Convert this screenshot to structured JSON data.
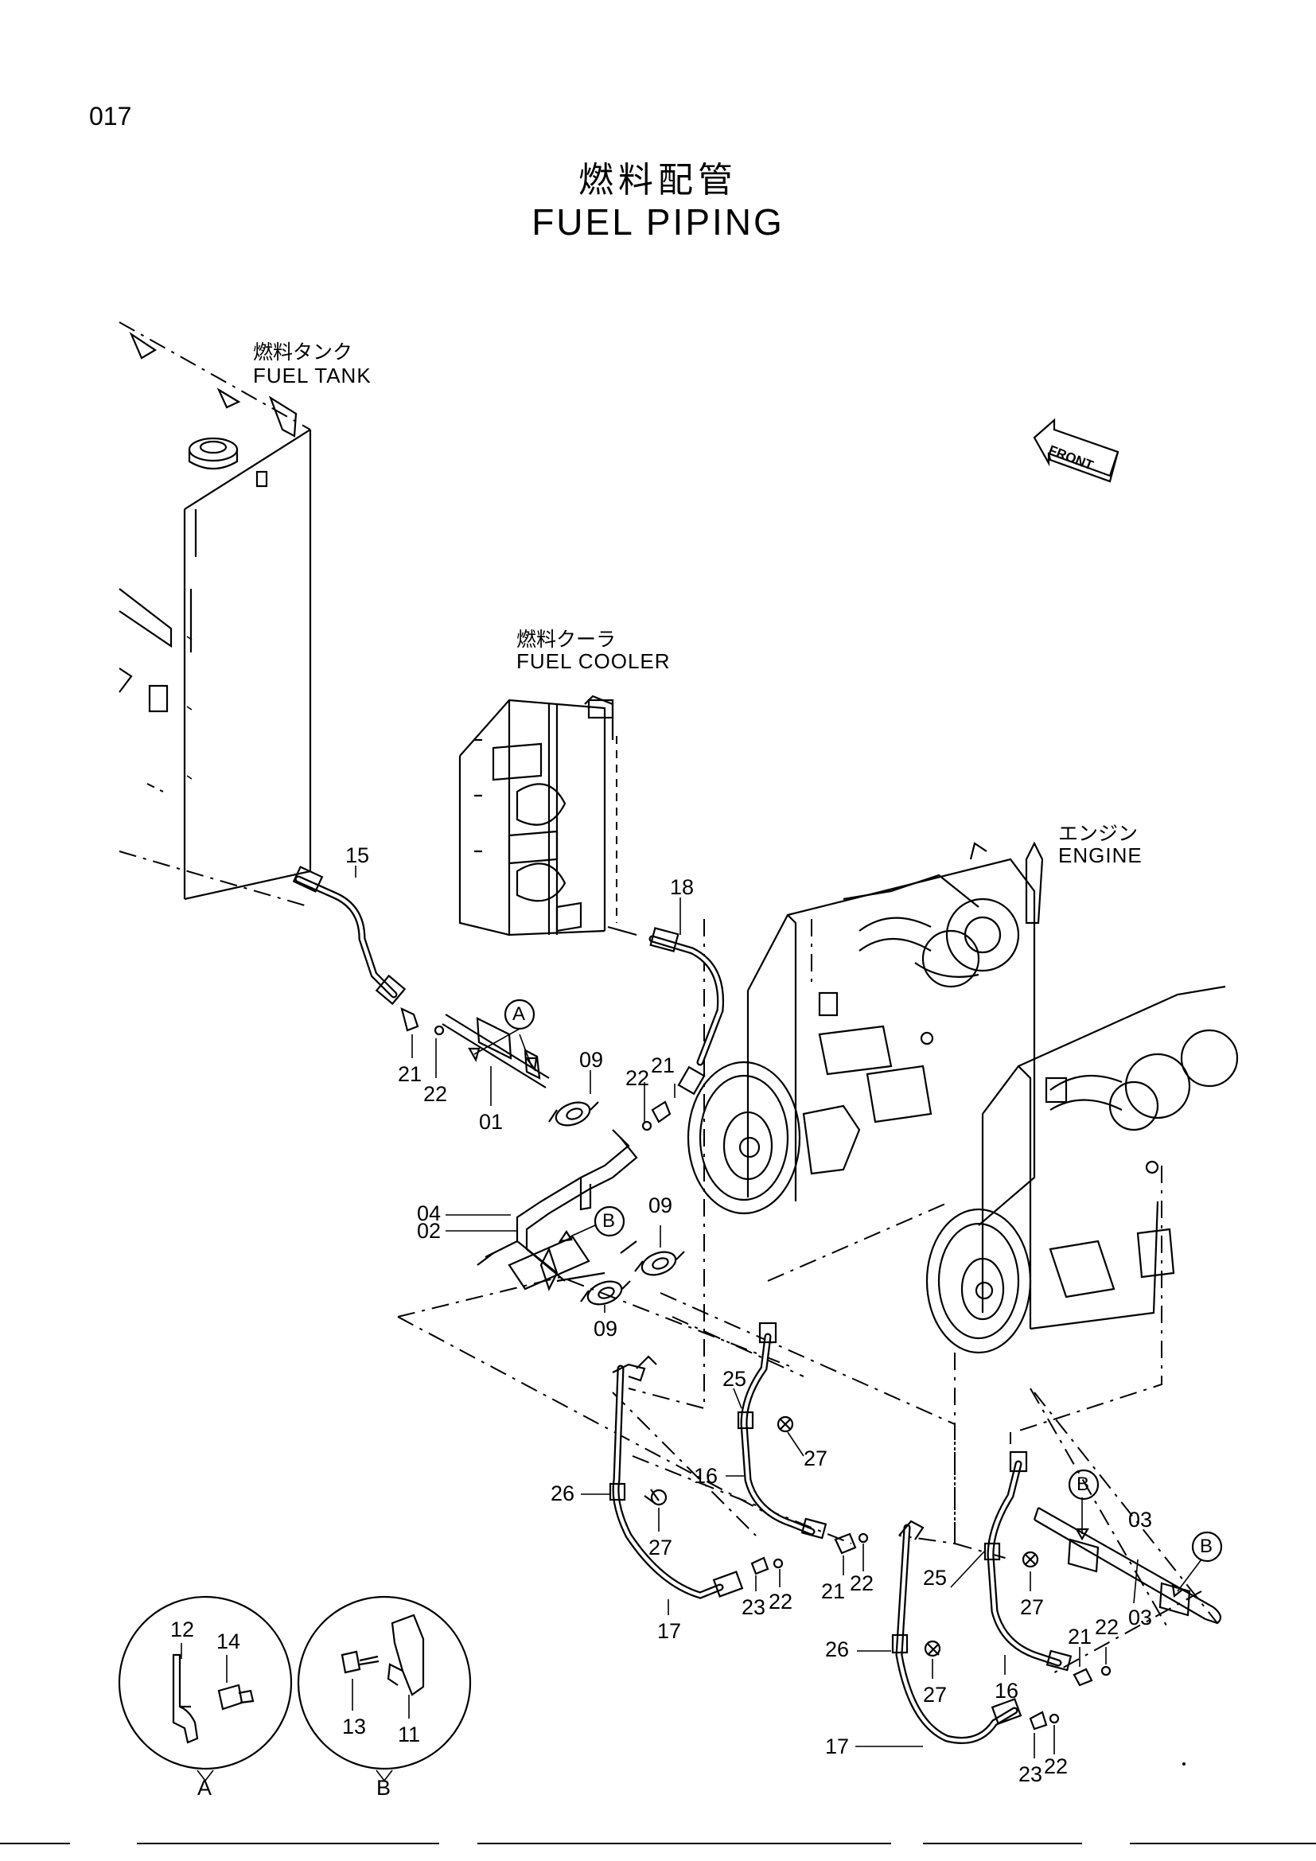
{
  "page": {
    "number": "017"
  },
  "title": {
    "japanese": "燃料配管",
    "english": "FUEL   PIPING"
  },
  "components": {
    "fuel_tank": {
      "jp": "燃料タンク",
      "en": "FUEL TANK"
    },
    "fuel_cooler": {
      "jp": "燃料クーラ",
      "en": "FUEL COOLER"
    },
    "engine": {
      "jp": "エンジン",
      "en": "ENGINE"
    }
  },
  "front_arrow": {
    "label": "FRONT"
  },
  "detail_views": [
    {
      "letter": "A",
      "parts": [
        "12",
        "14"
      ]
    },
    {
      "letter": "B",
      "parts": [
        "11",
        "13"
      ]
    }
  ],
  "bubbles": [
    "A",
    "B",
    "B",
    "B"
  ],
  "part_numbers": [
    "15",
    "18",
    "21",
    "22",
    "01",
    "09",
    "22",
    "21",
    "04",
    "02",
    "09",
    "09",
    "25",
    "16",
    "27",
    "26",
    "27",
    "23",
    "22",
    "21",
    "22",
    "03",
    "25",
    "27",
    "03",
    "21",
    "22",
    "26",
    "27",
    "16",
    "17",
    "17",
    "23",
    "22",
    "12",
    "14",
    "13",
    "11"
  ]
}
